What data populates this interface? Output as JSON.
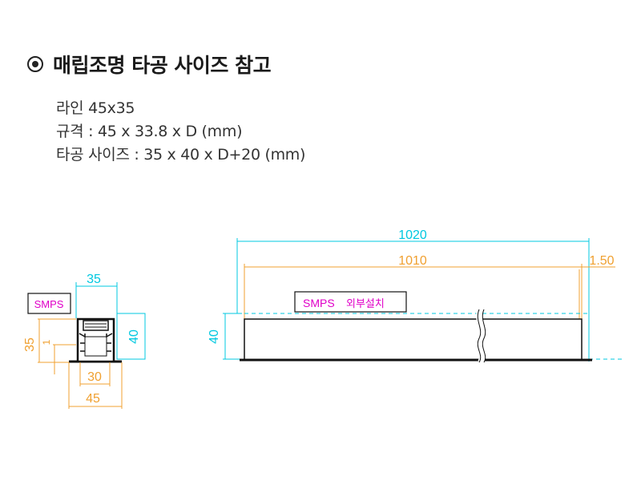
{
  "header": {
    "title": "매립조명 타공 사이즈 참고"
  },
  "specs": {
    "line": "라인 45x35",
    "standard": "규격 : 45 x 33.8 x D (mm)",
    "cutout": "타공 사이즈 : 35 x 40 x D+20 (mm)"
  },
  "drawing": {
    "colors": {
      "dimension": "#00c8e0",
      "orange": "#f0a030",
      "label": "#e000c8",
      "line": "#111111"
    },
    "section": {
      "smps_label": "SMPS",
      "dim_top": "35",
      "dim_right": "40",
      "dim_left": "35",
      "dim_left_small": "1",
      "dim_inner": "30",
      "dim_bottom": "45"
    },
    "side": {
      "dim_total": "1020",
      "dim_body": "1010",
      "dim_offset": "1.50",
      "dim_height": "40",
      "smps_label": "SMPS",
      "smps_note": "외부설치"
    }
  }
}
